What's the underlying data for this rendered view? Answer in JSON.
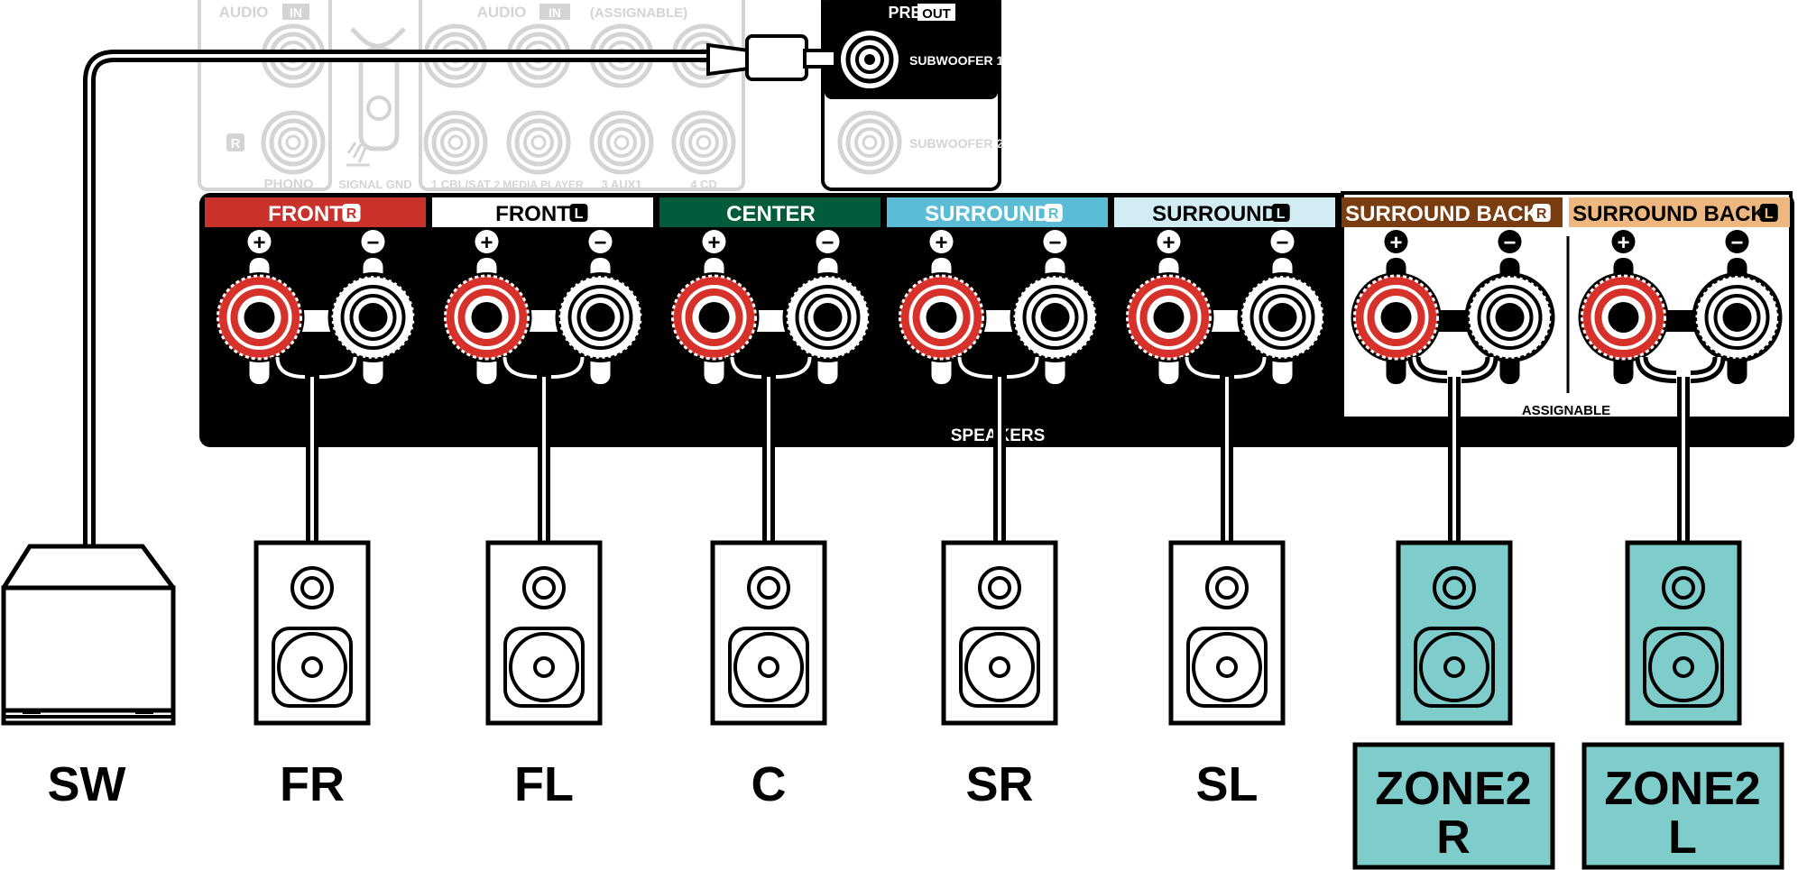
{
  "colors": {
    "front_r": "#c8322b",
    "front_l": "#ffffff",
    "center": "#005c3a",
    "surround_r": "#5bbcd6",
    "surround_l": "#d2ecf3",
    "surround_back_r": "#7a3d10",
    "surround_back_l": "#edb77f",
    "zone_fill": "#7fcdcb",
    "terminal_red": "#d6322b",
    "panel_black": "#000000",
    "faded_gray": "#d4d4d4"
  },
  "audio_in": {
    "title": "AUDIO",
    "in_tag": "IN",
    "assignable_title": "AUDIO",
    "assignable_in_tag": "IN",
    "assignable_note": "(ASSIGNABLE)",
    "r_badge": "R",
    "labels": [
      "PHONO",
      "SIGNAL GND",
      "1 CBL/SAT",
      "2 MEDIA PLAYER",
      "3 AUX1",
      "4 CD"
    ]
  },
  "pre_out": {
    "title": "PRE",
    "out_tag": "OUT",
    "subwoofer1": "SUBWOOFER 1",
    "subwoofer2": "SUBWOOFER 2"
  },
  "speakers": {
    "panel_label": "SPEAKERS",
    "assignable_label": "ASSIGNABLE",
    "plus": "+",
    "minus": "−",
    "channels": [
      {
        "name": "FRONT",
        "side": "R",
        "color": "#c8322b",
        "text_color": "#ffffff"
      },
      {
        "name": "FRONT",
        "side": "L",
        "color": "#ffffff",
        "text_color": "#000000"
      },
      {
        "name": "CENTER",
        "side": "",
        "color": "#005c3a",
        "text_color": "#ffffff"
      },
      {
        "name": "SURROUND",
        "side": "R",
        "color": "#5bbcd6",
        "text_color": "#ffffff"
      },
      {
        "name": "SURROUND",
        "side": "L",
        "color": "#d2ecf3",
        "text_color": "#000000"
      },
      {
        "name": "SURROUND BACK",
        "side": "R",
        "color": "#7a3d10",
        "text_color": "#ffffff"
      },
      {
        "name": "SURROUND BACK",
        "side": "L",
        "color": "#edb77f",
        "text_color": "#000000"
      }
    ]
  },
  "speaker_labels": {
    "sw": "SW",
    "fr": "FR",
    "fl": "FL",
    "c": "C",
    "sr": "SR",
    "sl": "SL",
    "zone2_r_line1": "ZONE2",
    "zone2_r_line2": "R",
    "zone2_l_line1": "ZONE2",
    "zone2_l_line2": "L"
  }
}
